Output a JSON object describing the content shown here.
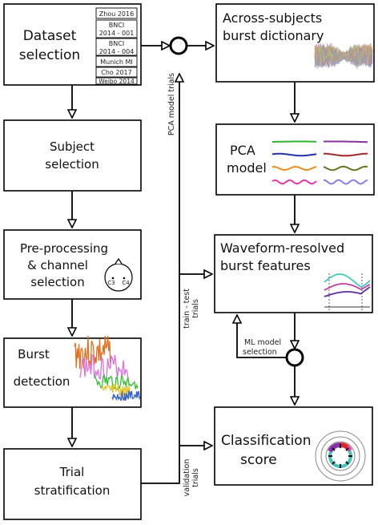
{
  "nodes": {
    "dataset": {
      "line1": "Dataset",
      "line2": "selection"
    },
    "subject": {
      "line1": "Subject",
      "line2": "selection"
    },
    "preproc": {
      "line1": "Pre-processing",
      "line2": "& channel",
      "line3": "selection"
    },
    "burst_detection": {
      "line1": "Burst",
      "line2": "detection"
    },
    "trial": {
      "line1": "Trial",
      "line2": "stratification"
    },
    "dictionary": {
      "line1": "Across-subjects",
      "line2": "burst dictionary"
    },
    "pca": {
      "line1": "PCA",
      "line2": "model"
    },
    "features": {
      "line1": "Waveform-resolved",
      "line2": "burst features"
    },
    "classification": {
      "line1": "Classification",
      "line2": "score"
    }
  },
  "datasets": [
    "Zhou 2016",
    "BNCI",
    "2014 - 001",
    "BNCI",
    "2014 - 004",
    "Munich MI",
    "Cho 2017",
    "Weibo 2014"
  ],
  "electrodes": {
    "left": "C3",
    "right": "C4"
  },
  "edge_labels": {
    "pca_trials": "PCA model trials",
    "train_test": "train - test",
    "train_test_2": "trials",
    "validation": "validation",
    "validation_2": "trials",
    "ml_selection": "ML model",
    "ml_selection_2": "selection"
  },
  "colors": {
    "pca_green": "#2fb52f",
    "pca_purple": "#8b2fa0",
    "pca_blue": "#2233aa",
    "pca_brown": "#a02a2a",
    "pca_orange": "#ef8c1e",
    "pca_olive": "#5f7a1e",
    "pca_pink": "#e23aa6",
    "pca_lavender": "#8a7ee0",
    "burst_orange": "#e07020",
    "burst_pink": "#e070e0",
    "burst_green": "#30c030",
    "burst_yellow": "#e8c020",
    "burst_blue": "#3060d0",
    "feat_cyan": "#40c8c8",
    "feat_magenta": "#c040a0",
    "feat_purple": "#6030a0"
  }
}
